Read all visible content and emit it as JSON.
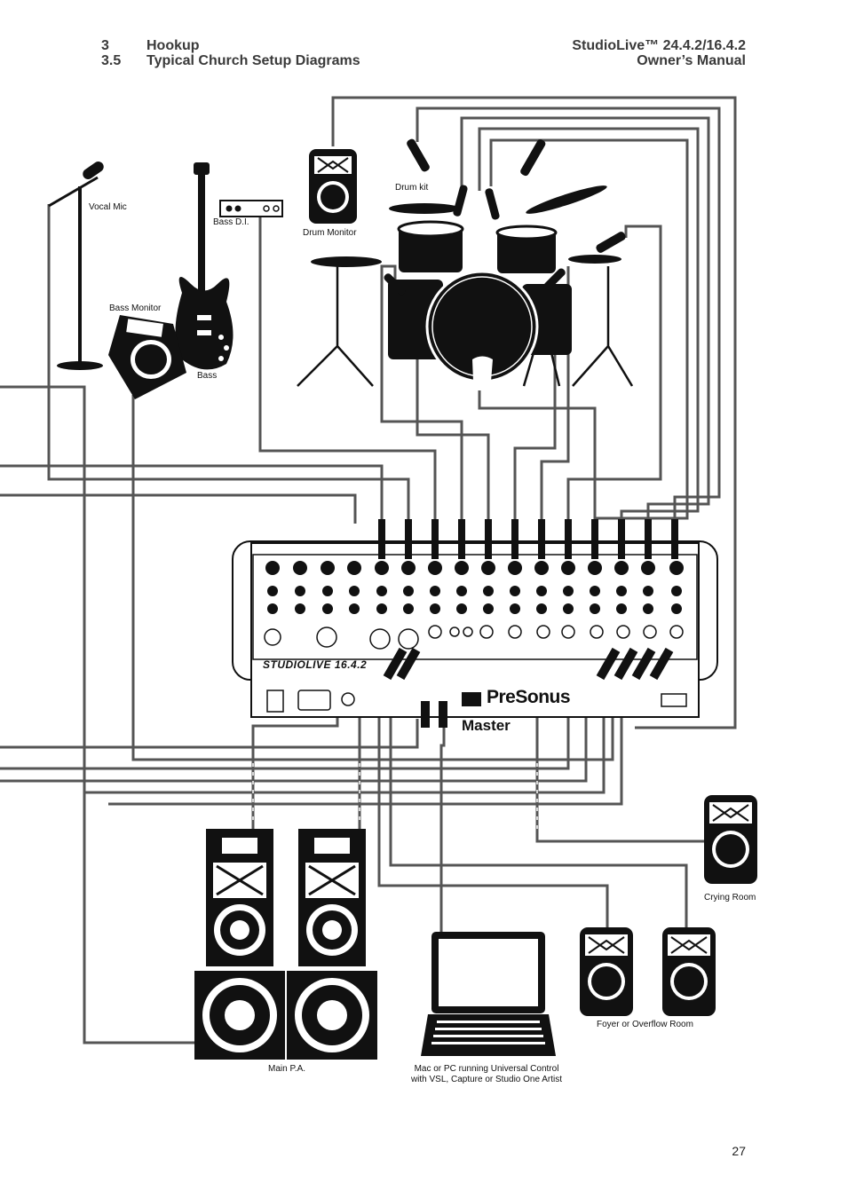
{
  "header": {
    "chapter_number": "3",
    "chapter_title": "Hookup",
    "section_number": "3.5",
    "section_title": "Typical Church Setup Diagrams",
    "product_title": "StudioLive™ 24.4.2/16.4.2",
    "manual_title": "Owner’s Manual"
  },
  "labels": {
    "vocal_mic": "Vocal Mic",
    "bass_di": "Bass D.I.",
    "drum_monitor": "Drum Monitor",
    "drum_kit": "Drum kit",
    "bass_monitor": "Bass Monitor",
    "bass": "Bass",
    "master": "Master",
    "crying_room": "Crying Room",
    "main_pa": "Main P.A.",
    "computer_line1": "Mac or PC running Universal Control",
    "computer_line2": "with VSL, Capture or Studio One Artist",
    "foyer": "Foyer or Overflow Room"
  },
  "mixer": {
    "brand_text": "STUDIOLIVE 16.4.2",
    "manufacturer": "PreSonus"
  },
  "page_number": "27",
  "colors": {
    "cable": "#555555",
    "equipment": "#111111",
    "header_text": "#3a3a3a"
  }
}
